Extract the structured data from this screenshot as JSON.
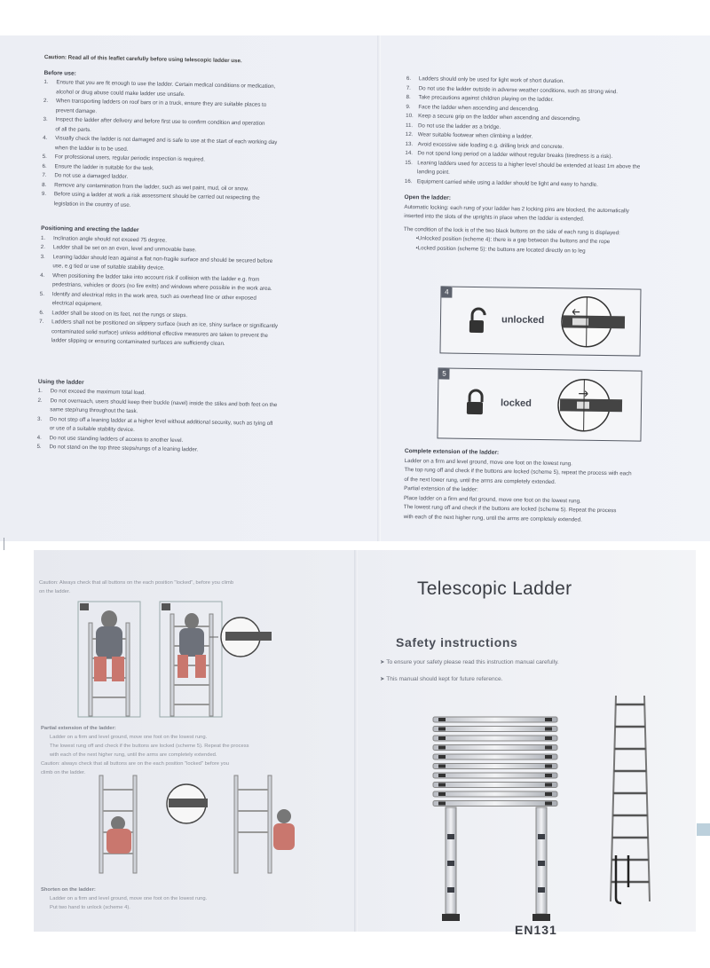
{
  "page_top": {
    "left": {
      "caution": "Caution: Read all of this leaflet carefully before using telescopic ladder use.",
      "sections": [
        {
          "heading": "Before use:",
          "items": [
            {
              "n": "1.",
              "t": "Ensure that you are fit enough to use the ladder. Certain medical conditions or medication,"
            },
            {
              "n": "",
              "t": "alcohol or drug abuse could make ladder use unsafe."
            },
            {
              "n": "2.",
              "t": "When transporting ladders on roof bars or in a truck, ensure they are suitable places to"
            },
            {
              "n": "",
              "t": "prevent damage."
            },
            {
              "n": "3.",
              "t": "Inspect the ladder after delivery and before first use to confirm condition and operation"
            },
            {
              "n": "",
              "t": "of all the parts."
            },
            {
              "n": "4.",
              "t": "Visually check the ladder is not damaged and is safe to use at the start of each working day"
            },
            {
              "n": "",
              "t": "when the ladder is to be used."
            },
            {
              "n": "5.",
              "t": "For professional users, regular periodic inspection is required."
            },
            {
              "n": "6.",
              "t": "Ensure the ladder is suitable for the task."
            },
            {
              "n": "7.",
              "t": "Do not use a damaged ladder."
            },
            {
              "n": "8.",
              "t": "Remove any contamination from the ladder, such as wet paint, mud, oil or snow."
            },
            {
              "n": "9.",
              "t": "Before using a ladder at work a risk assessment should be carried out respecting the"
            },
            {
              "n": "",
              "t": "legislation in the country of use."
            }
          ]
        },
        {
          "heading": "Positioning and erecting the ladder",
          "items": [
            {
              "n": "1.",
              "t": "Inclination angle should not exceed 75 degree."
            },
            {
              "n": "2.",
              "t": "Ladder shall be set on an even, level and unmovable base."
            },
            {
              "n": "3.",
              "t": "Leaning ladder should lean against a flat non-fragile surface and should be secured before"
            },
            {
              "n": "",
              "t": "use, e.g tied or use of suitable stability device."
            },
            {
              "n": "4.",
              "t": "When positioning the ladder take into account risk if collision with the ladder e.g. from"
            },
            {
              "n": "",
              "t": "pedestrians, vehicles or doors (no fire exits) and windows where possible in the work area."
            },
            {
              "n": "5.",
              "t": "Identify and electrical risks in the work area, such as overhead line or other exposed"
            },
            {
              "n": "",
              "t": "electrical equipment."
            },
            {
              "n": "6.",
              "t": "Ladder shall be stood on its feet, not the rungs or steps."
            },
            {
              "n": "7.",
              "t": "Ladders shall not be positioned on slippery surface (such as ice, shiny surface or significantly"
            },
            {
              "n": "",
              "t": "contaminated solid surface) unless additional effective measures are taken to prevent the"
            },
            {
              "n": "",
              "t": "ladder slipping or ensuring contaminated surfaces are sufficiently clean."
            }
          ]
        },
        {
          "heading": "Using the ladder",
          "items": [
            {
              "n": "1.",
              "t": "Do not exceed the maximum total load."
            },
            {
              "n": "2.",
              "t": "Do not overreach, users should keep their buckle (navel) inside the stiles and both feet on the"
            },
            {
              "n": "",
              "t": "same step/rung throughout the task."
            },
            {
              "n": "3.",
              "t": "Do not step off a leaning ladder at a higher level without additional security, such as tying off"
            },
            {
              "n": "",
              "t": "or use of a suitable stability device."
            },
            {
              "n": "4.",
              "t": "Do not use standing ladders of access to another level."
            },
            {
              "n": "5.",
              "t": "Do not stand on the top three steps/rungs of a leaning ladder."
            }
          ]
        }
      ]
    },
    "right": {
      "items": [
        {
          "n": "6.",
          "t": "Ladders should only be used for light work of short duration."
        },
        {
          "n": "7.",
          "t": "Do not use the ladder outside in adverse weather conditions, such as strong wind."
        },
        {
          "n": "8.",
          "t": "Take precautions against children playing on the ladder."
        },
        {
          "n": "9.",
          "t": "Face the ladder when ascending and descending."
        },
        {
          "n": "10.",
          "t": "Keep a secure grip on the ladder when ascending and descending."
        },
        {
          "n": "11.",
          "t": "Do not use the ladder as a bridge."
        },
        {
          "n": "12.",
          "t": "Wear suitable footwear when climbing a ladder."
        },
        {
          "n": "13.",
          "t": "Avoid excessive side loading e.g. drilling brick and concrete."
        },
        {
          "n": "14.",
          "t": "Do not spend long period on a ladder without regular breaks (tiredness is a risk)."
        },
        {
          "n": "15.",
          "t": "Leaning ladders used for access to a higher level should be extended at least 1m above the"
        },
        {
          "n": "",
          "t": "landing point."
        },
        {
          "n": "16.",
          "t": "Equipment carried while using a ladder should be light and easy to handle."
        }
      ],
      "open_heading": "Open the ladder:",
      "open_text": [
        "Automatic locking: each rung of your ladder has 2 locking pins are blocked, the automatically",
        "inserted into the slots of the uprights in place when the ladder is extended."
      ],
      "condition": "The condition of the lock is of the two black buttons on the side of each rung is displayed:",
      "bullets": [
        "Unlocked position (scheme 4): there is a gap between the buttons and the rope",
        "Locked position (scheme 5): the buttons are located directly on to leg"
      ],
      "figure4": {
        "tag": "4",
        "label": "unlocked"
      },
      "figure5": {
        "tag": "5",
        "label": "locked"
      },
      "complete_heading": "Complete extension of the ladder:",
      "complete_text": [
        "Ladder on a firm and level ground, move one foot on the lowest rung.",
        "The top rung off and check if the buttons are locked (scheme 5), repeat the process with each",
        "of the next lower rung, until the arms are completely extended.",
        "Partial extension of the ladder:",
        "Place ladder on a firm and flat ground, move one foot on the lowest rung.",
        "The lowest rung off and check if the buttons are locked (scheme 5). Repeat the process",
        "with each of the next higher rung, until the arms are completely extended."
      ]
    }
  },
  "page_bottom": {
    "left": {
      "caution1": [
        "Caution: Always check that all buttons on the each position \"locked\", before you climb",
        "on the ladder."
      ],
      "partial_heading": "Partial extension of the ladder:",
      "partial_lines": [
        "Ladder on a firm and level ground, move one foot on the lowest rung.",
        "The lowest rung off and check if the buttons are locked (scheme 5). Repeat the process",
        "with each of the next higher rung, until the arms are completely extended."
      ],
      "caution2": [
        "Caution: always check that all buttons are on the each position \"locked\" before you",
        "climb on the ladder."
      ],
      "shorten_heading": "Shorten on the ladder:",
      "shorten_lines": [
        "Ladder on a firm and level ground, move one foot on the lowest rung.",
        "Put two hand to unlock (scheme 4)."
      ]
    },
    "right": {
      "title": "Telescopic Ladder",
      "safety_title": "Safety instructions",
      "notes": [
        "To ensure your safety please read this instruction manual carefully.",
        "This manual should kept for future reference."
      ],
      "standard": "EN131"
    }
  },
  "colors": {
    "paper": "#eef0f5",
    "ink": "#3a3d46",
    "figure_frame": "#555a65"
  }
}
